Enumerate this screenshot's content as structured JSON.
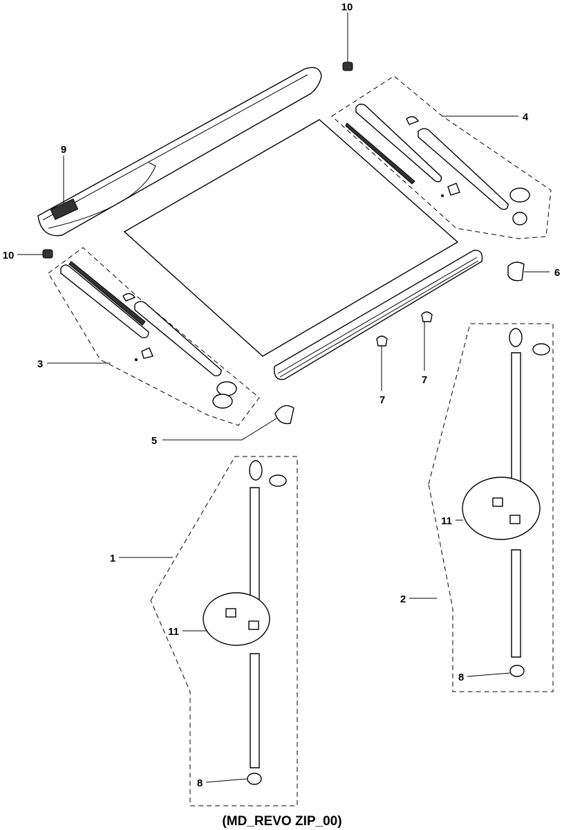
{
  "diagram": {
    "caption": "(MD_REVO ZIP_00)",
    "callouts": [
      {
        "id": "10",
        "part": "end-cap-top"
      },
      {
        "id": "9",
        "part": "cassette-bracket"
      },
      {
        "id": "4",
        "part": "right-side-rail-kit"
      },
      {
        "id": "10",
        "part": "end-cap-left"
      },
      {
        "id": "6",
        "part": "bottom-bar-end-cap-right"
      },
      {
        "id": "3",
        "part": "left-side-rail-kit"
      },
      {
        "id": "7",
        "part": "bottom-bar-clip"
      },
      {
        "id": "7",
        "part": "bottom-bar-clip"
      },
      {
        "id": "5",
        "part": "bottom-bar-end-cap-left"
      },
      {
        "id": "1",
        "part": "left-guide-post-kit"
      },
      {
        "id": "11",
        "part": "fixing-hardware-left"
      },
      {
        "id": "2",
        "part": "right-guide-post-kit"
      },
      {
        "id": "11",
        "part": "fixing-hardware-right"
      },
      {
        "id": "8",
        "part": "post-foot-left"
      },
      {
        "id": "8",
        "part": "post-foot-right"
      }
    ]
  }
}
